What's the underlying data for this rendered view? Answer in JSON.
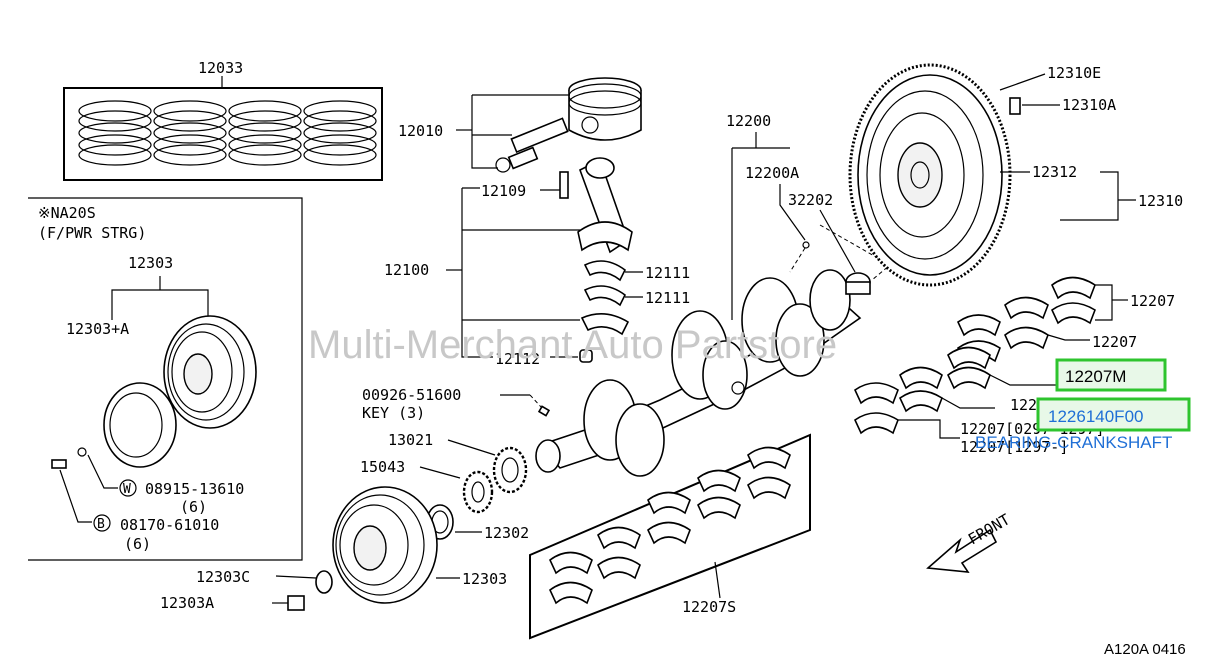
{
  "watermark": "Multi-Merchant Auto Partstore",
  "ref_code": "A120A 0416",
  "front_label": "FRONT",
  "inset": {
    "title_line1": "※NA20S",
    "title_line2": "(F/PWR STRG)",
    "parts": {
      "p12303": "12303",
      "p12303a_plus": "12303+A",
      "p08915": "08915-13610",
      "p08915_qty": "(6)",
      "p08170": "08170-61010",
      "p08170_qty": "(6)",
      "w_mark": "W",
      "b_mark": "B"
    }
  },
  "labels": {
    "p12033": "12033",
    "p12010": "12010",
    "p12109": "12109",
    "p12100": "12100",
    "p12111a": "12111",
    "p12111b": "12111",
    "p12112": "12112",
    "p00926": "00926-51600",
    "key": "KEY (3)",
    "p13021": "13021",
    "p15043": "15043",
    "p12302": "12302",
    "p12303c": "12303C",
    "p12303a": "12303A",
    "p12303": "12303",
    "p12207s": "12207S",
    "p12200": "12200",
    "p12200a": "12200A",
    "p32202": "32202",
    "p12310e": "12310E",
    "p12310a": "12310A",
    "p12312": "12312",
    "p12310": "12310",
    "p12207_1": "12207",
    "p12207_2": "12207",
    "p12207_3": "12207",
    "p12207_4": "12207[0297-1297]",
    "p12207_5": "12207[1297-]"
  },
  "highlights": {
    "box1": "12207M",
    "box2": "1226140F00",
    "caption": "BEARING-CRANKSHAFT"
  },
  "colors": {
    "highlight_border": "#2ec42e",
    "highlight_fill": "#e8f8e8",
    "link_blue": "#1f6fd6"
  }
}
